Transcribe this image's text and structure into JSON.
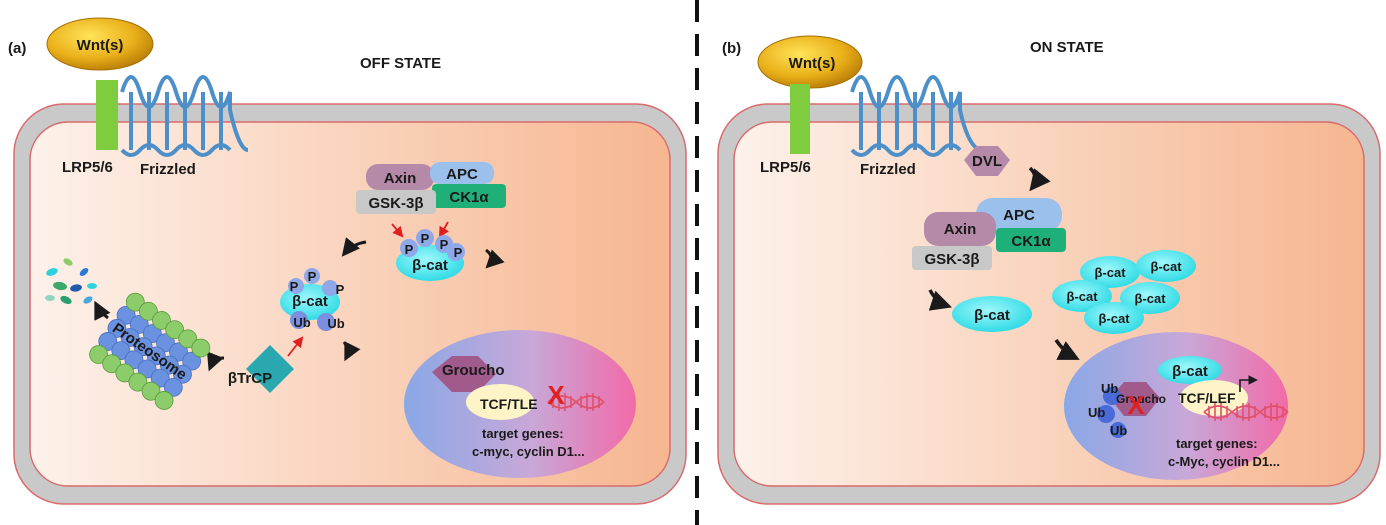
{
  "panels": {
    "left": {
      "tag": "(a)",
      "title": "OFF STATE",
      "wnt": "Wnt(s)",
      "lrp": "LRP5/6",
      "frizzled": "Frizzled",
      "axin": "Axin",
      "apc": "APC",
      "ck1": "CK1α",
      "gsk": "GSK-3β",
      "p": "P",
      "bcat": "β-cat",
      "ub": "Ub",
      "btrcp": "βTrCP",
      "proteosome": "Proteosome",
      "groucho": "Groucho",
      "tcf": "TCF/TLE",
      "x": "X",
      "target1": "target genes:",
      "target2": "c-myc, cyclin D1..."
    },
    "right": {
      "tag": "(b)",
      "title": "ON STATE",
      "wnt": "Wnt(s)",
      "lrp": "LRP5/6",
      "frizzled": "Frizzled",
      "dvl": "DVL",
      "axin": "Axin",
      "apc": "APC",
      "ck1": "CK1α",
      "gsk": "GSK-3β",
      "bcat": "β-cat",
      "ub": "Ub",
      "groucho": "Groucho",
      "tcf": "TCF/LEF",
      "x": "X",
      "target1": "target genes:",
      "target2": "c-Myc, cyclin D1..."
    }
  },
  "colors": {
    "membrane": "#c8c8c8",
    "membrane_line": "#d96b6b",
    "receptor_green": "#7fcc3e",
    "frizzled_blue": "#4d8fc8",
    "wnt_gold": "#e0a010",
    "bcat_cyan": "#2fe0ea",
    "phospho_blue": "#8fa8e8",
    "axin_mauve": "#b58aa8",
    "apc_blue": "#9cc0ec",
    "ck1_green": "#1fb07a",
    "gsk_gray": "#c8c8c8",
    "groucho_purple": "#a05a8c",
    "btrcp_teal": "#2aa8b0",
    "arrow_red": "#e02020"
  }
}
